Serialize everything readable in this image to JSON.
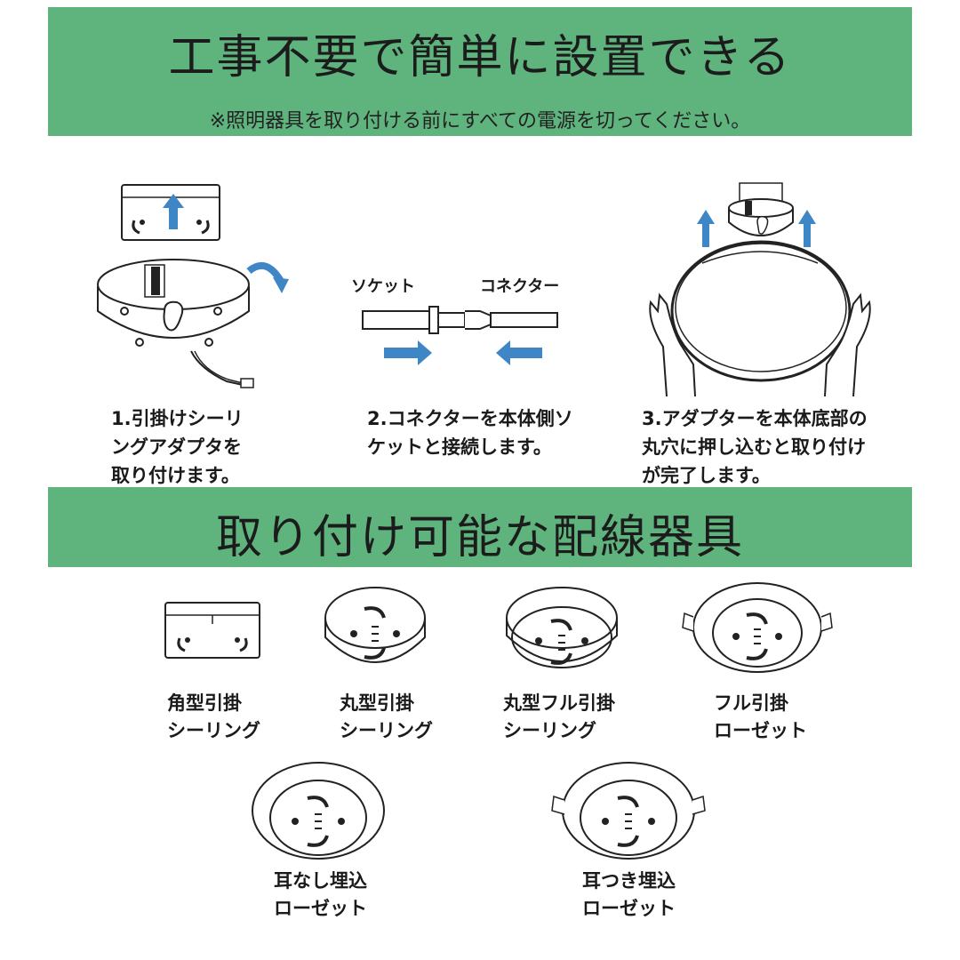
{
  "header": {
    "title": "工事不要で簡単に設置できる",
    "note": "※照明器具を取り付ける前にすべての電源を切ってください。"
  },
  "steps": [
    {
      "lines": [
        "1.引掛けシーリ",
        "ングアダプタを",
        "取り付けます。"
      ]
    },
    {
      "lines": [
        "2.コネクターを本体側ソ",
        "ケットと接続します。"
      ]
    },
    {
      "lines": [
        "3.アダプターを本体底部の",
        "丸穴に押し込むと取り付け",
        "が完了します。"
      ]
    }
  ],
  "connector_labels": {
    "socket": "ソケット",
    "connector": "コネクター"
  },
  "section2": {
    "title": "取り付け可能な配線器具"
  },
  "fixtures": [
    {
      "lines": [
        "角型引掛",
        "シーリング"
      ]
    },
    {
      "lines": [
        "丸型引掛",
        "シーリング"
      ]
    },
    {
      "lines": [
        "丸型フル引掛",
        "シーリング"
      ]
    },
    {
      "lines": [
        "フル引掛",
        "ローゼット"
      ]
    },
    {
      "lines": [
        "耳なし埋込",
        "ローゼット"
      ]
    },
    {
      "lines": [
        "耳つき埋込",
        "ローゼット"
      ]
    }
  ],
  "colors": {
    "banner": "#5fb47e",
    "arrow": "#3f86c6",
    "line": "#222222"
  },
  "icons": [
    "up-arrow-icon",
    "rotate-arrow-icon",
    "right-arrow-icon",
    "left-arrow-icon",
    "hand-icon"
  ]
}
